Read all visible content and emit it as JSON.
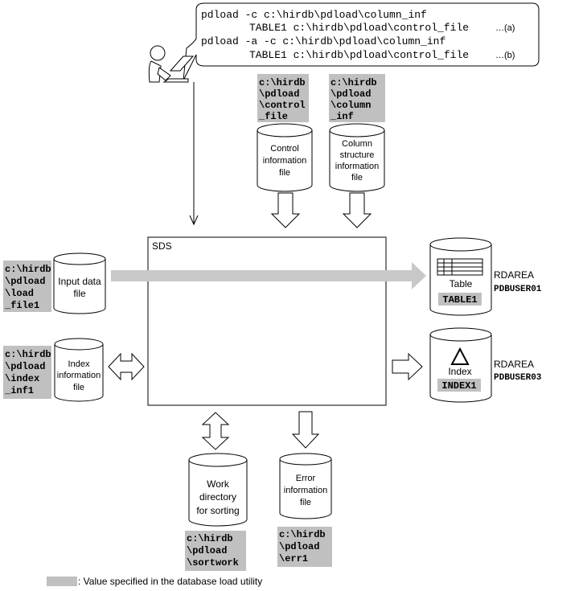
{
  "commands": {
    "line1": "pdload -c c:\\hirdb\\pdload\\column_inf",
    "line2": "TABLE1 c:\\hirdb\\pdload\\control_file",
    "marker_a": "…(a)",
    "line3": "pdload -a -c c:\\hirdb\\pdload\\column_inf",
    "line4": "TABLE1 c:\\hirdb\\pdload\\control_file",
    "marker_b": "…(b)"
  },
  "control_file": {
    "path": [
      "c:\\hirdb",
      "\\pdload",
      "\\control",
      "_file"
    ],
    "label": [
      "Control",
      "information",
      "file"
    ]
  },
  "column_file": {
    "path": [
      "c:\\hirdb",
      "\\pdload",
      "\\column",
      "_inf"
    ],
    "label": [
      "Column",
      "structure",
      "information",
      "file"
    ]
  },
  "sds": {
    "label": "SDS"
  },
  "input_file": {
    "path": [
      "c:\\hirdb",
      "\\pdload",
      "\\load",
      "_file1"
    ],
    "label": [
      "Input data",
      "file"
    ]
  },
  "index_file": {
    "path": [
      "c:\\hirdb",
      "\\pdload",
      "\\index",
      "_inf1"
    ],
    "label": [
      "Index",
      "information",
      "file"
    ]
  },
  "table_rdarea": {
    "icon_label": "Table",
    "name": "TABLE1",
    "rdarea_label": "RDAREA",
    "rdarea_name": "PDBUSER01"
  },
  "index_rdarea": {
    "icon_label": "Index",
    "name": "INDEX1",
    "rdarea_label": "RDAREA",
    "rdarea_name": "PDBUSER03"
  },
  "work_dir": {
    "label": [
      "Work",
      "directory",
      "for sorting"
    ],
    "path": [
      "c:\\hirdb",
      "\\pdload",
      "\\sortwork"
    ]
  },
  "error_file": {
    "label": [
      "Error",
      "information",
      "file"
    ],
    "path": [
      "c:\\hirdb",
      "\\pdload",
      "\\err1"
    ]
  },
  "legend": {
    "text": ": Value specified in the database load utility"
  },
  "colors": {
    "highlight": "#c0c0c0",
    "line": "#000000",
    "flow_arrow": "#c8c8c8"
  }
}
